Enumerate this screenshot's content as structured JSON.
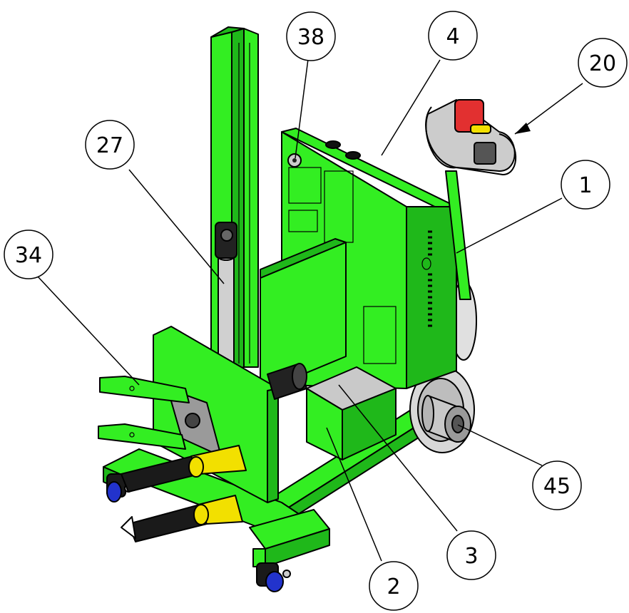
{
  "diagram": {
    "colors": {
      "frame_green": "#33ee22",
      "frame_green_dark": "#1fb81a",
      "outline": "#000000",
      "strap": "#1a1a1a",
      "yellow": "#f2e000",
      "grey_cylinder": "#c8c8c8",
      "wheel_blue": "#2233cc",
      "control_red": "#e23030"
    },
    "callouts": [
      {
        "id": "38",
        "label": "38"
      },
      {
        "id": "4",
        "label": "4"
      },
      {
        "id": "20",
        "label": "20"
      },
      {
        "id": "27",
        "label": "27"
      },
      {
        "id": "1",
        "label": "1"
      },
      {
        "id": "34",
        "label": "34"
      },
      {
        "id": "45",
        "label": "45"
      },
      {
        "id": "3",
        "label": "3"
      },
      {
        "id": "2",
        "label": "2"
      }
    ]
  }
}
